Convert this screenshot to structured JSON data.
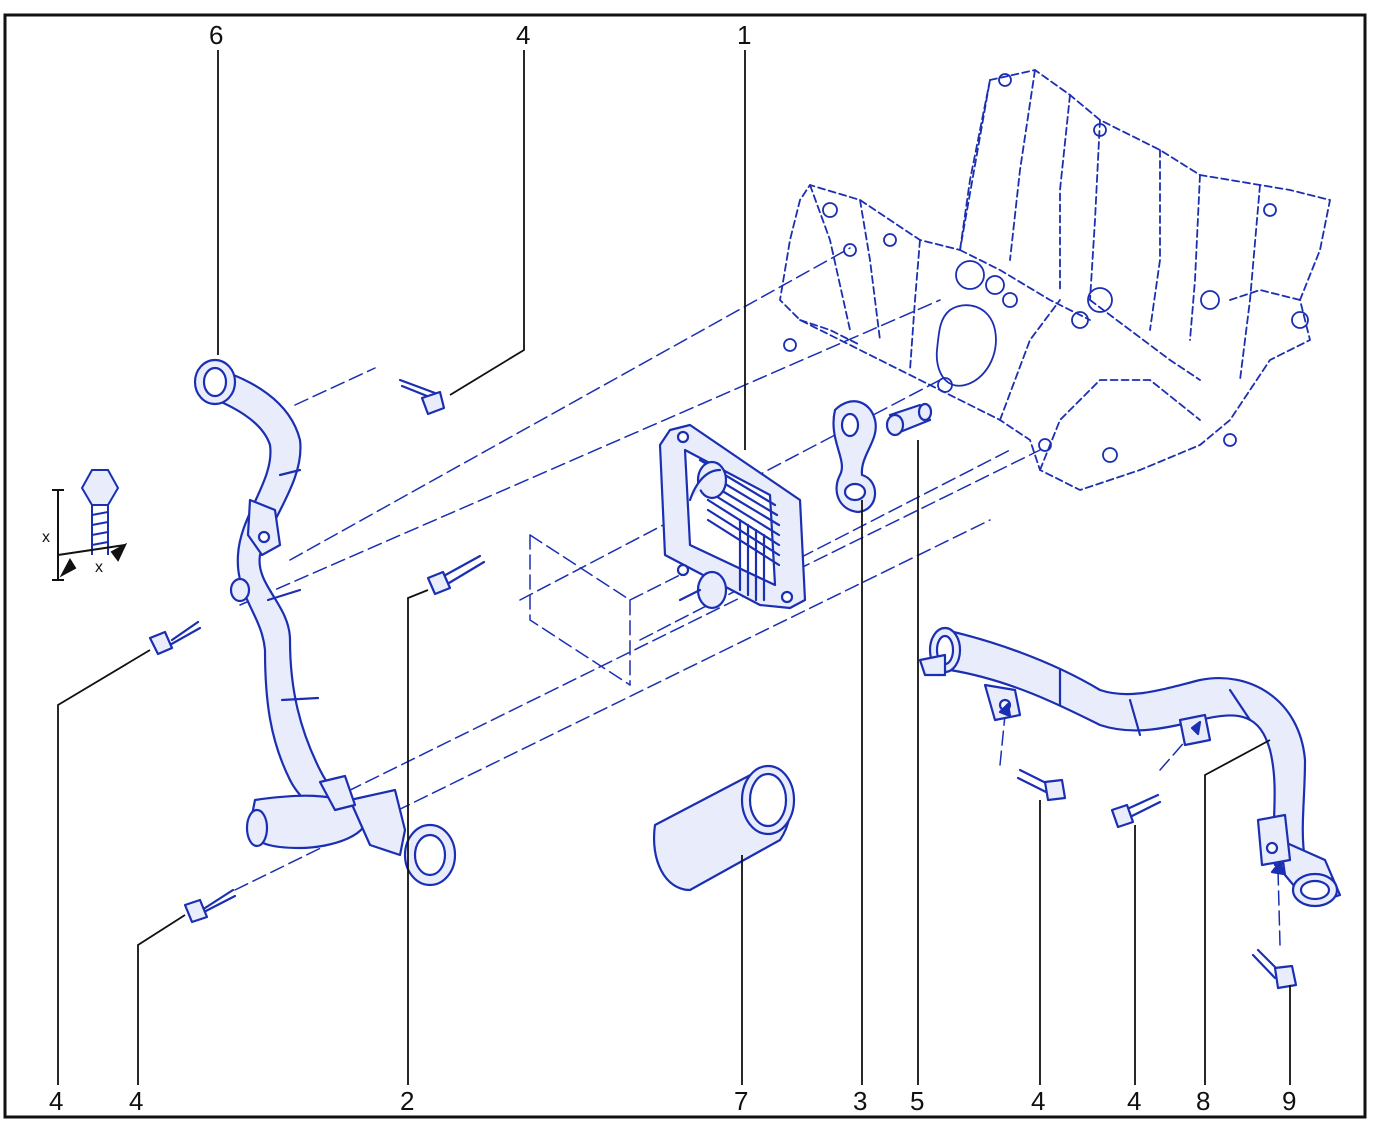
{
  "colors": {
    "part": "#1b2fb3",
    "fill": "#e8ecfb",
    "leader": "#111111",
    "border": "#111111"
  },
  "callouts": {
    "top_6": "6",
    "top_4": "4",
    "top_1": "1",
    "b_4a": "4",
    "b_4b": "4",
    "b_2": "2",
    "b_7": "7",
    "b_3": "3",
    "b_5": "5",
    "b_4c": "4",
    "b_4d": "4",
    "b_8": "8",
    "b_9": "9"
  },
  "bolt_symbol": {
    "dim_a": "x",
    "dim_b": "x"
  }
}
